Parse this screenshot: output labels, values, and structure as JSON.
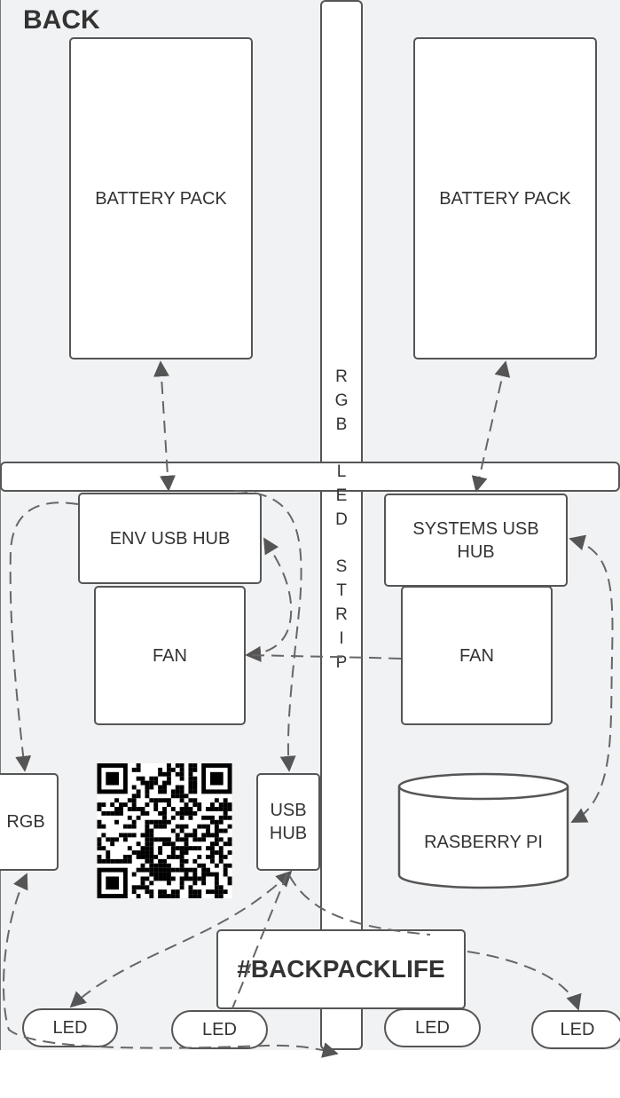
{
  "title": "BACK",
  "strip_letters": [
    "R",
    "G",
    "B",
    "",
    "L",
    "E",
    "D",
    "",
    "S",
    "T",
    "R",
    "I",
    "P"
  ],
  "labels": {
    "battery_left": "BATTERY PACK",
    "battery_right": "BATTERY PACK",
    "env_usb_hub": "ENV USB HUB",
    "systems_usb_hub": "SYSTEMS USB HUB",
    "fan_left": "FAN",
    "fan_right": "FAN",
    "rgb": "RGB",
    "usb_hub": "USB HUB",
    "raspberry_pi": "RASBERRY PI",
    "hashtag": "#BACKPACKLIFE",
    "led_1": "LED",
    "led_2": "LED",
    "led_3": "LED",
    "led_4": "LED"
  },
  "colors": {
    "background": "#f1f2f4",
    "stroke": "#555555",
    "text": "#333333"
  },
  "icons": [
    "qr-code-icon"
  ]
}
